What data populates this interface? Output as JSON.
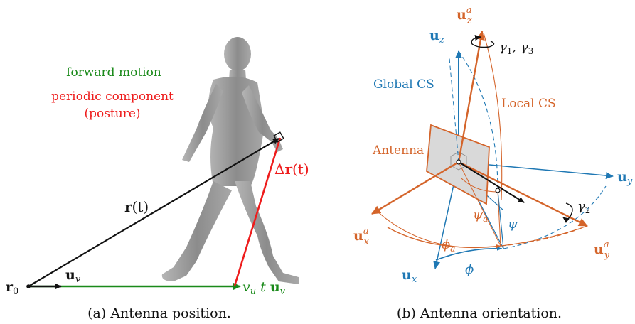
{
  "colors": {
    "black": "#111111",
    "green": "#1a8a1a",
    "red": "#ee1c1c",
    "blue": "#1f78b4",
    "orange": "#d4642a",
    "body_gray": "#9a9a9a",
    "antenna_fill": "#d9d9d9"
  },
  "panel_a": {
    "caption": "(a) Antenna position.",
    "forward_motion": "forward motion",
    "periodic_component": "periodic component",
    "posture": "(posture)",
    "r0_main": "r",
    "r0_sub": "0",
    "uv_main": "u",
    "uv_sub": "v",
    "rt_main": "r",
    "rt_arg": "(t)",
    "delta_r_prefix": "Δ",
    "delta_r_main": "r",
    "delta_r_arg": "(t)",
    "vut_v": "v",
    "vut_sub": "u",
    "vut_t": " t ",
    "vut_u": "u",
    "vut_u_sub": "v"
  },
  "panel_b": {
    "caption": "(b) Antenna orientation.",
    "global_cs": "Global CS",
    "local_cs": "Local CS",
    "antenna": "Antenna",
    "uz": "u",
    "uz_sub": "z",
    "uy": "u",
    "uy_sub": "y",
    "ux": "u",
    "ux_sub": "x",
    "uza": "u",
    "uza_sup": "a",
    "uza_sub": "z",
    "uya_sup": "a",
    "uya_sub": "y",
    "uxa_sup": "a",
    "uxa_sub": "x",
    "gamma13": "γ",
    "gamma13_s1": "1",
    "gamma13_mid": ", γ",
    "gamma13_s3": "3",
    "gamma2": "γ",
    "gamma2_s": "2",
    "psi": "ψ",
    "psi_a": "ψ",
    "psi_a_sub": "a",
    "phi": "ϕ",
    "phi_a": "ϕ",
    "phi_a_sub": "a"
  }
}
